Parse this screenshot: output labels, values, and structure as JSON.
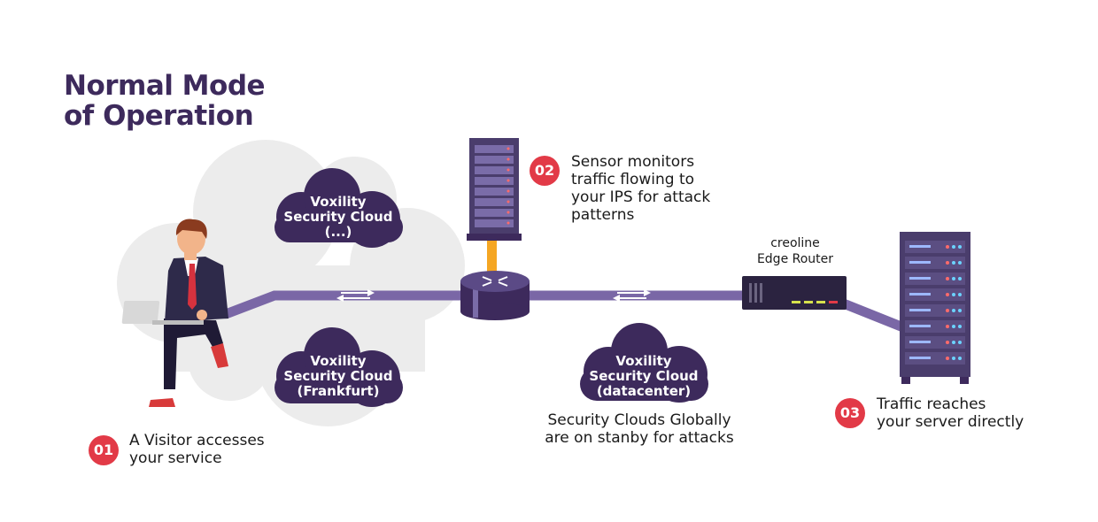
{
  "title": {
    "line1": "Normal Mode",
    "line2": "of Operation"
  },
  "clouds": [
    {
      "line1": "Voxility",
      "line2": "Security Cloud",
      "line3": "(...)"
    },
    {
      "line1": "Voxility",
      "line2": "Security Cloud",
      "line3": "(Frankfurt)"
    },
    {
      "line1": "Voxility",
      "line2": "Security Cloud",
      "line3": "(datacenter)"
    }
  ],
  "steps": [
    {
      "number": "01",
      "line1": "A Visitor accesses",
      "line2": "your service"
    },
    {
      "number": "02",
      "line1": "Sensor monitors",
      "line2": "traffic flowing to",
      "line3": "your IPS for attack",
      "line4": "patterns"
    },
    {
      "number": "03",
      "line1": "Traffic reaches",
      "line2": "your server directly"
    }
  ],
  "router": {
    "line1": "creoline",
    "line2": "Edge Router"
  },
  "standby": {
    "line1": "Security Clouds Globally",
    "line2": "are on stanby for attacks"
  },
  "colors": {
    "title": "#3d2a5c",
    "cloud_dark": "#3d2a5c",
    "cloud_light": "#ececec",
    "link": "#7a67a6",
    "badge": "#e23a47",
    "uplink": "#f5a623",
    "server": "#4a3d6c"
  },
  "icons": {
    "visitor": "person-with-laptop-icon",
    "sensor": "server-rack-icon",
    "router": "network-router-icon",
    "edge_router": "edge-router-icon",
    "server": "server-rack-icon"
  }
}
